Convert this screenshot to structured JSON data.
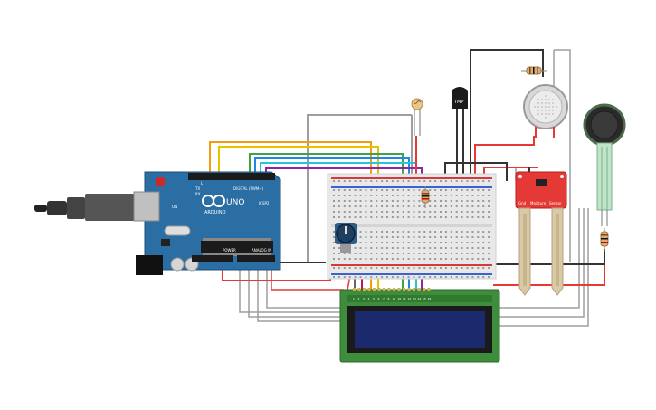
{
  "arduino": {
    "brand": "ARDUINO",
    "model": "UNO",
    "digital_label": "DIGITAL (PWM~)",
    "power_label": "POWER",
    "analog_label": "ANALOG IN",
    "tx_label": "TX",
    "rx_label": "RX",
    "l_label": "L",
    "on_label": "ON",
    "icsp_label": "ICSP2",
    "color": "#2b6ea3"
  },
  "transistor": {
    "label": "TMP"
  },
  "moisture": {
    "label_left": "Gnd",
    "label_mid": "Moisture",
    "label_right": "Sensor",
    "color": "#e53935"
  },
  "lcd": {
    "pin_labels": [
      "1",
      "2",
      "3",
      "4",
      "5",
      "6",
      "7",
      "8",
      "9",
      "10",
      "11",
      "12",
      "13",
      "14",
      "15",
      "16"
    ],
    "screen_color": "#1a2a6c",
    "board_color": "#3d8d3d"
  },
  "colors": {
    "wire_red": "#e53935",
    "wire_black": "#333333",
    "wire_gray": "#9e9e9e",
    "wire_orange": "#f39c12",
    "wire_yellow": "#e6c200",
    "wire_green": "#43a047",
    "wire_blue": "#1e88e5",
    "wire_cyan": "#26c6da",
    "wire_purple": "#8e24aa",
    "wire_magenta": "#c2185b"
  }
}
